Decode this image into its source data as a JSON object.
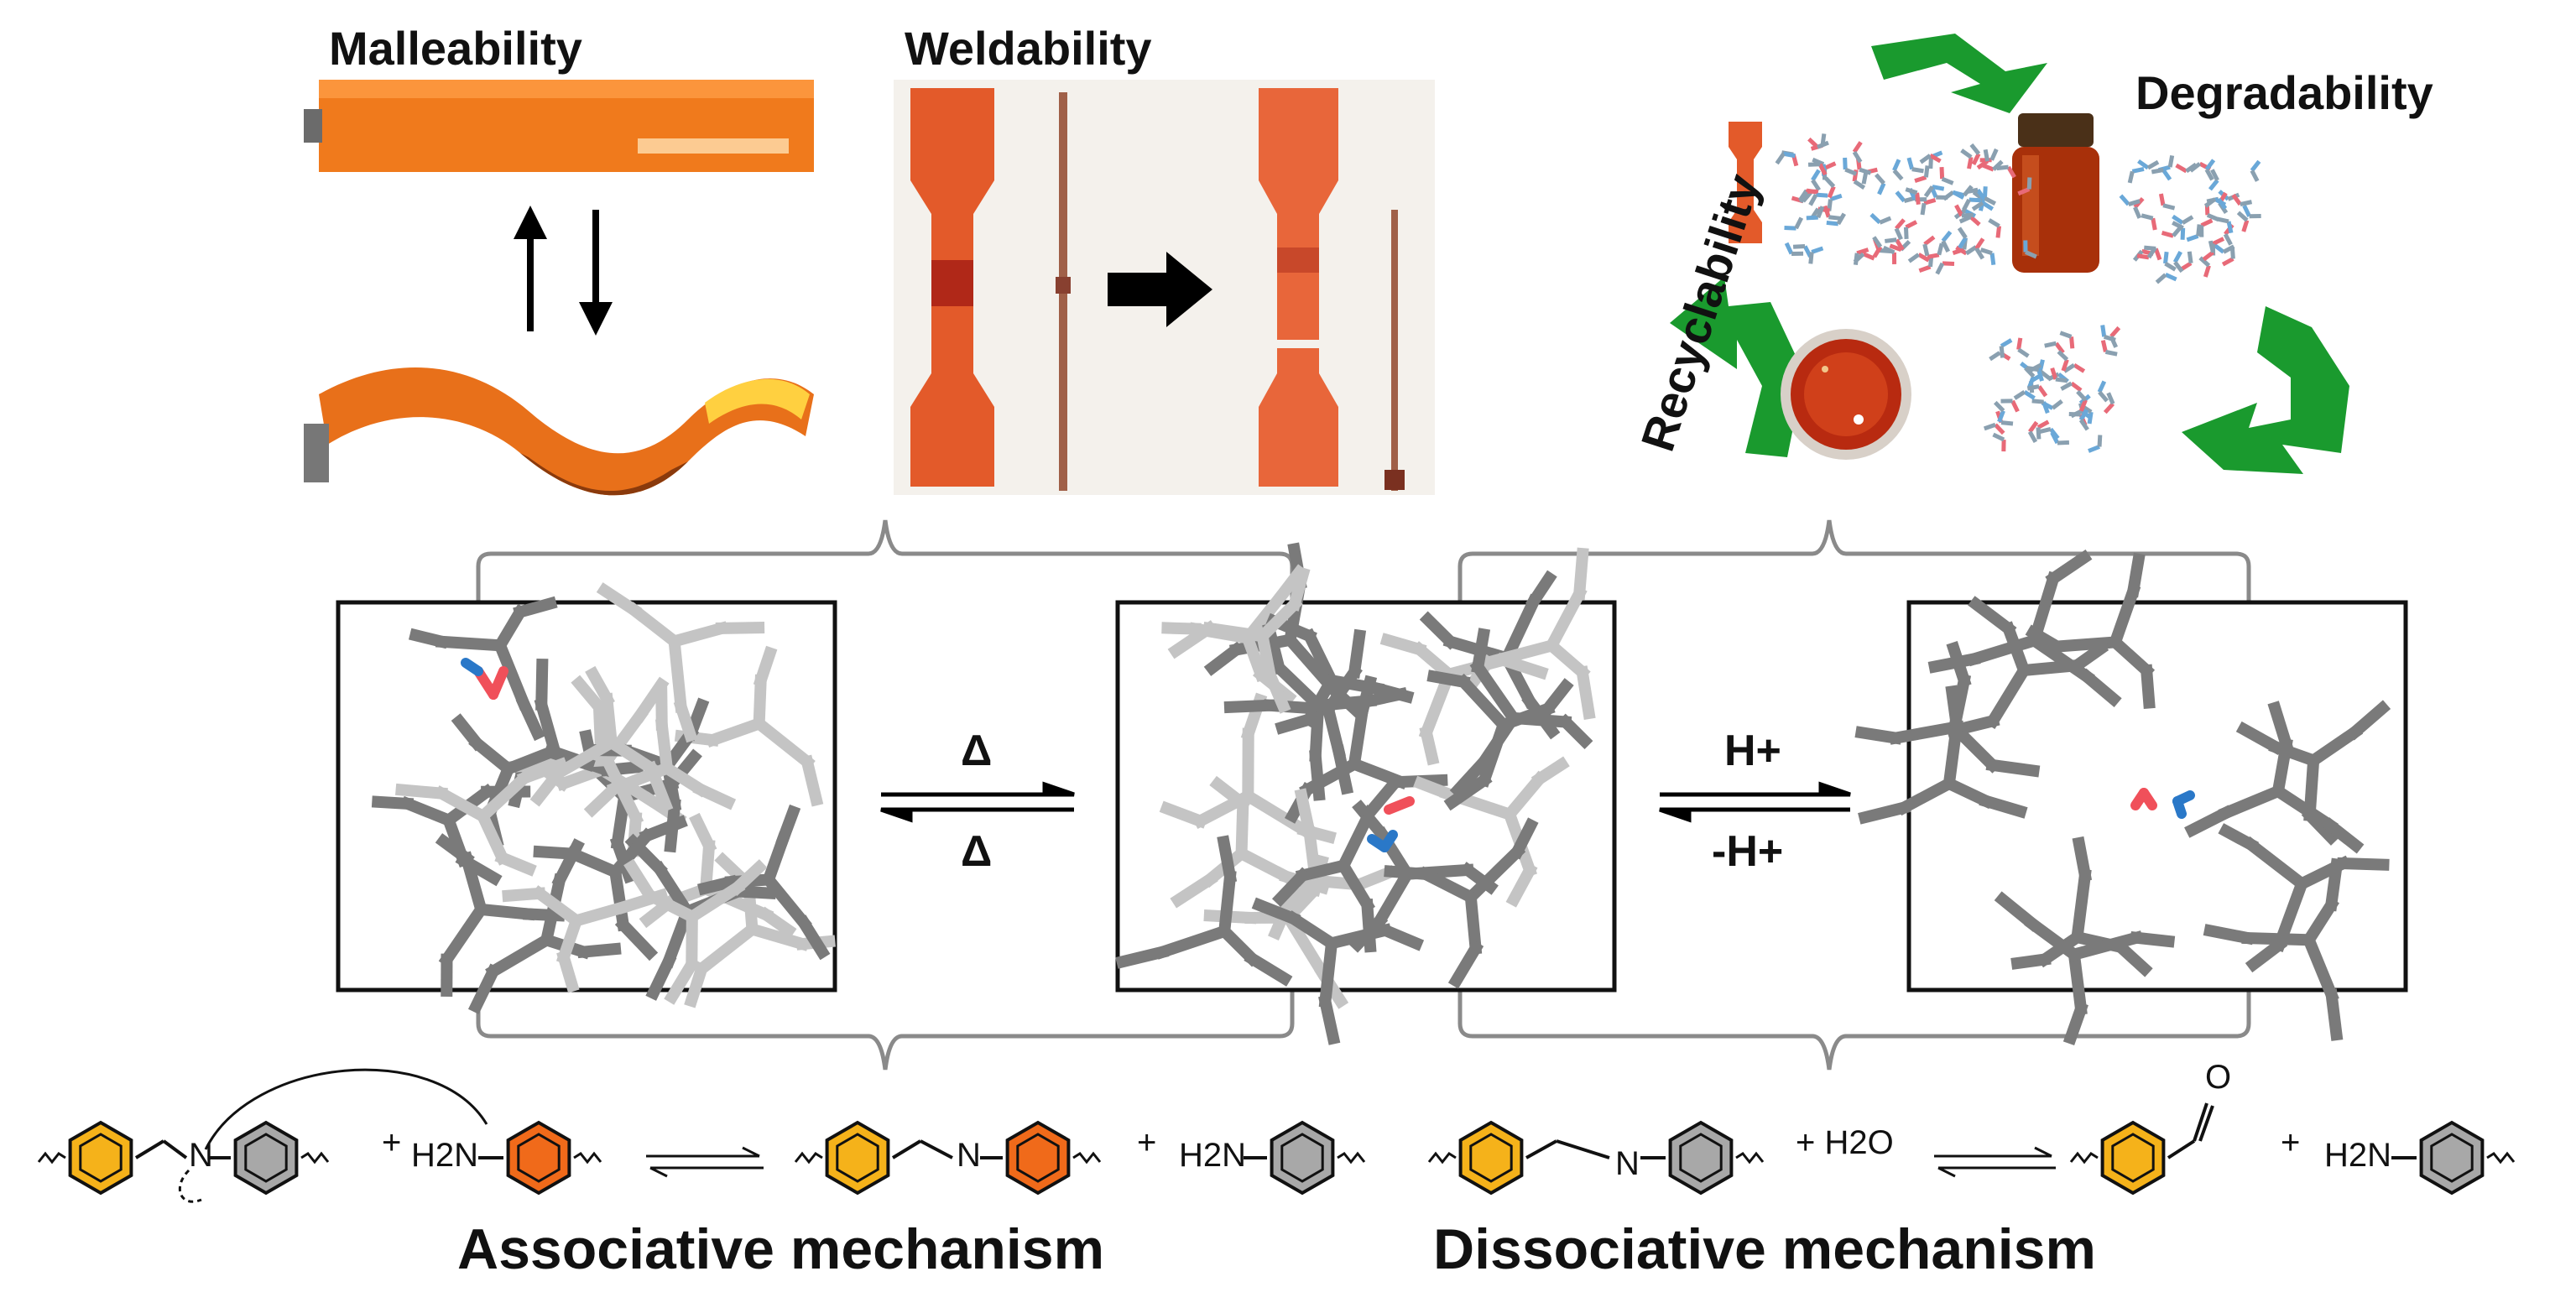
{
  "properties": {
    "malleability": "Malleability",
    "weldability": "Weldability",
    "degradability": "Degradability",
    "recyclability": "Recyclability"
  },
  "equilibria": {
    "left_top": "Δ",
    "left_bottom": "Δ",
    "right_top": "H+",
    "right_bottom": "-H+"
  },
  "reactions": {
    "assoc": {
      "plus1": "+",
      "amine1": "H2N",
      "n_label1": "N",
      "n_label2": "N",
      "plus2": "+",
      "amine2": "H2N"
    },
    "dissoc": {
      "n_label": "N",
      "plus1": "+ H2O",
      "o_label": "O",
      "plus2": "+",
      "amine": "H2N"
    }
  },
  "mechanisms": {
    "associative": "Associative mechanism",
    "dissociative": "Dissociative mechanism"
  },
  "colors": {
    "orange_film": "#f07a1c",
    "red_specimen": "#e35a2a",
    "green_arrow": "#1a9a2e",
    "net_gray_dark": "#7a7a7a",
    "net_gray_light": "#c4c4c4",
    "imine_red": "#f0505a",
    "imine_blue": "#2a78c8",
    "ring_yellow": "#f5b21a",
    "ring_orange": "#f06a1a",
    "ring_gray": "#a8a8a8"
  }
}
